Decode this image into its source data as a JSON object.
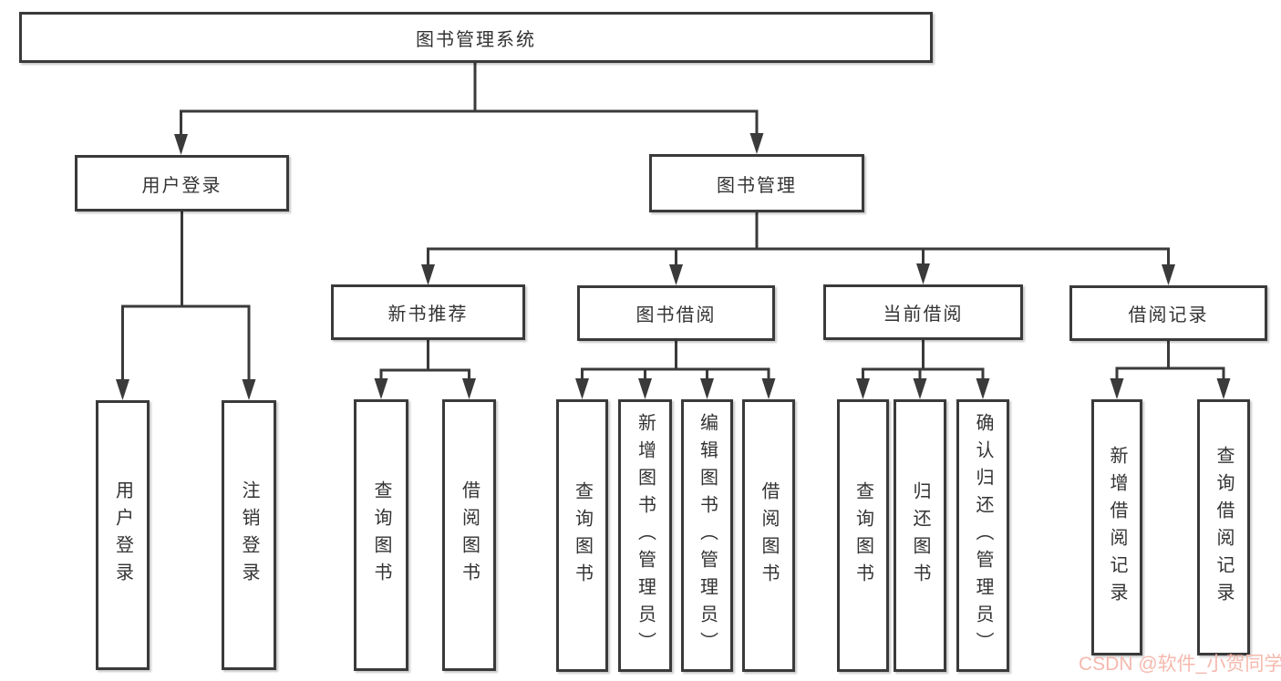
{
  "diagram": {
    "root": {
      "label": "图书管理系统"
    },
    "branches": [
      {
        "label": "用户登录",
        "children": [
          {
            "label": "用户登录"
          },
          {
            "label": "注销登录"
          }
        ]
      },
      {
        "label": "图书管理",
        "children": [
          {
            "label": "新书推荐",
            "children": [
              {
                "label": "查询图书"
              },
              {
                "label": "借阅图书"
              }
            ]
          },
          {
            "label": "图书借阅",
            "children": [
              {
                "label": "查询图书"
              },
              {
                "label": "新增图书（管理员）"
              },
              {
                "label": "编辑图书（管理员）"
              },
              {
                "label": "借阅图书"
              }
            ]
          },
          {
            "label": "当前借阅",
            "children": [
              {
                "label": "查询图书"
              },
              {
                "label": "归还图书"
              },
              {
                "label": "确认归还（管理员）"
              }
            ]
          },
          {
            "label": "借阅记录",
            "children": [
              {
                "label": "新增借阅记录"
              },
              {
                "label": "查询借阅记录"
              }
            ]
          }
        ]
      }
    ]
  },
  "watermark": {
    "text": "CSDN @软件_小贺同学"
  },
  "colors": {
    "line": "#3a3a3a",
    "text": "#333333",
    "watermark": "#f5b9ae",
    "background": "#ffffff"
  }
}
